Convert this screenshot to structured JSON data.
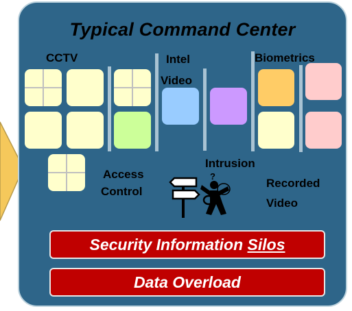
{
  "title": "Typical Command Center",
  "labels": {
    "cctv": "CCTV",
    "intel_video_1": "Intel",
    "intel_video_2": "Video",
    "biometrics": "Biometrics",
    "access_control_1": "Access",
    "access_control_2": "Control",
    "intrusion": "Intrusion",
    "intrusion_mark": "?",
    "recorded_video_1": "Recorded",
    "recorded_video_2": "Video"
  },
  "banners": {
    "silos_prefix": "Security Information ",
    "silos_word": "Silos",
    "overload": "Data Overload"
  },
  "colors": {
    "panel": "#2e6589",
    "arrow": "#f5c85b",
    "banner": "#c00000",
    "tile_cream": "#ffffcc",
    "tile_blue": "#99ccff",
    "tile_purple": "#cc99ff",
    "tile_green": "#ccff99",
    "tile_orange": "#ffcc66",
    "tile_pink": "#ffcccc"
  }
}
